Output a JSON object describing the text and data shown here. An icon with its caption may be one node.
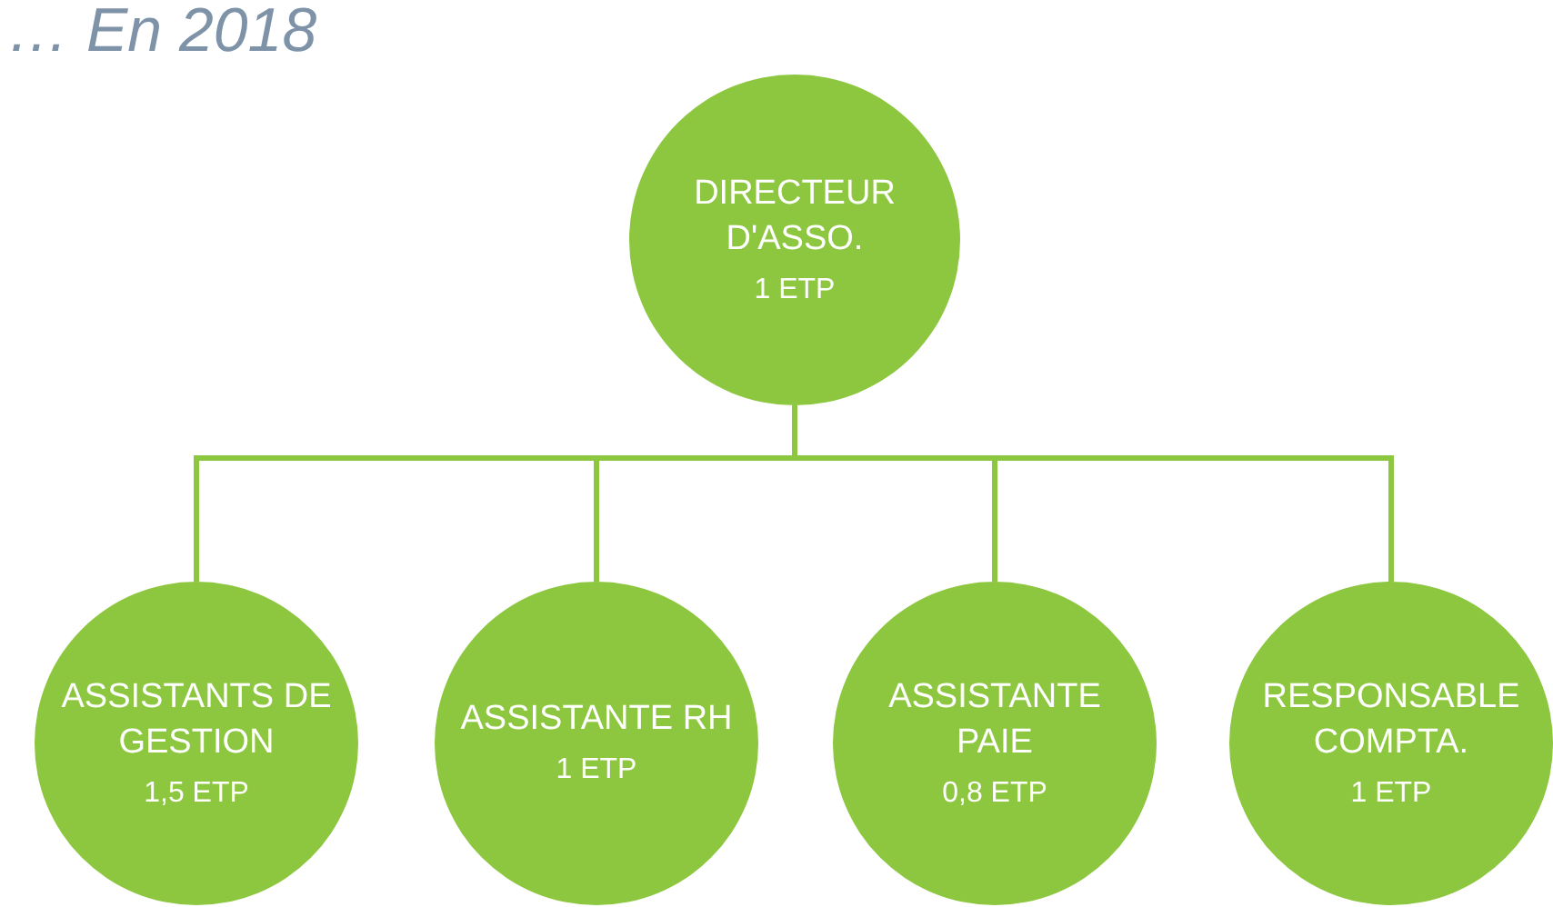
{
  "diagram": {
    "title": "… En 2018",
    "nodes": [
      {
        "text": [
          "DIRECTEUR D'ASSO.",
          "1 ETP"
        ]
      },
      {
        "text": [
          "ASSISTANTS DE GESTION",
          "1,5 ETP"
        ]
      },
      {
        "text": [
          "ASSISTANTE RH",
          "1 ETP"
        ]
      },
      {
        "text": [
          "ASSISTANTE PAIE",
          "0,8 ETP"
        ]
      },
      {
        "text": [
          "RESPONSABLE COMPTA.",
          "1 ETP"
        ]
      }
    ],
    "edges": [
      {
        "from": 0,
        "to": 1,
        "arrow": "none"
      },
      {
        "from": 0,
        "to": 2,
        "arrow": "none"
      },
      {
        "from": 0,
        "to": 3,
        "arrow": "none"
      },
      {
        "from": 0,
        "to": 4,
        "arrow": "none"
      }
    ]
  }
}
